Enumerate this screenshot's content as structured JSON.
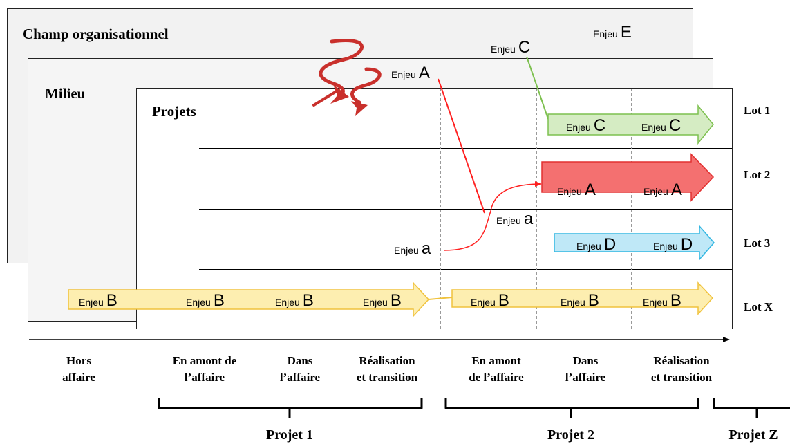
{
  "layers": {
    "champ": "Champ organisationnel",
    "milieu": "Milieu",
    "projets": "Projets"
  },
  "lots": [
    "Lot 1",
    "Lot 2",
    "Lot 3",
    "Lot X"
  ],
  "enjeu_word": "Enjeu",
  "enjeux": {
    "E": "E",
    "C_top": "C",
    "A_top": "A",
    "C1": "C",
    "C2": "C",
    "A1": "A",
    "A2": "A",
    "a_mid": "a",
    "a_low": "a",
    "D1": "D",
    "D2": "D",
    "B1": "B",
    "B2": "B",
    "B3": "B",
    "B4": "B",
    "B5": "B",
    "B6": "B",
    "B7": "B"
  },
  "phases": [
    [
      "Hors",
      "affaire"
    ],
    [
      "En amont de",
      "l’affaire"
    ],
    [
      "Dans",
      "l’affaire"
    ],
    [
      "Réalisation",
      "et transition"
    ],
    [
      "En amont",
      "de l’affaire"
    ],
    [
      "Dans",
      "l’affaire"
    ],
    [
      "Réalisation",
      "et transition"
    ]
  ],
  "projects": [
    "Projet 1",
    "Projet 2",
    "Projet Z"
  ],
  "colors": {
    "green_fill": "#d5ecc3",
    "green_stroke": "#7dc04f",
    "red_fill": "#f47070",
    "red_stroke": "#e23030",
    "blue_fill": "#bfe8f7",
    "blue_stroke": "#34b7e2",
    "yellow_fill": "#fdeeb0",
    "yellow_stroke": "#f0c23c",
    "red_line": "#ff2020",
    "green_line": "#7dc04f"
  }
}
